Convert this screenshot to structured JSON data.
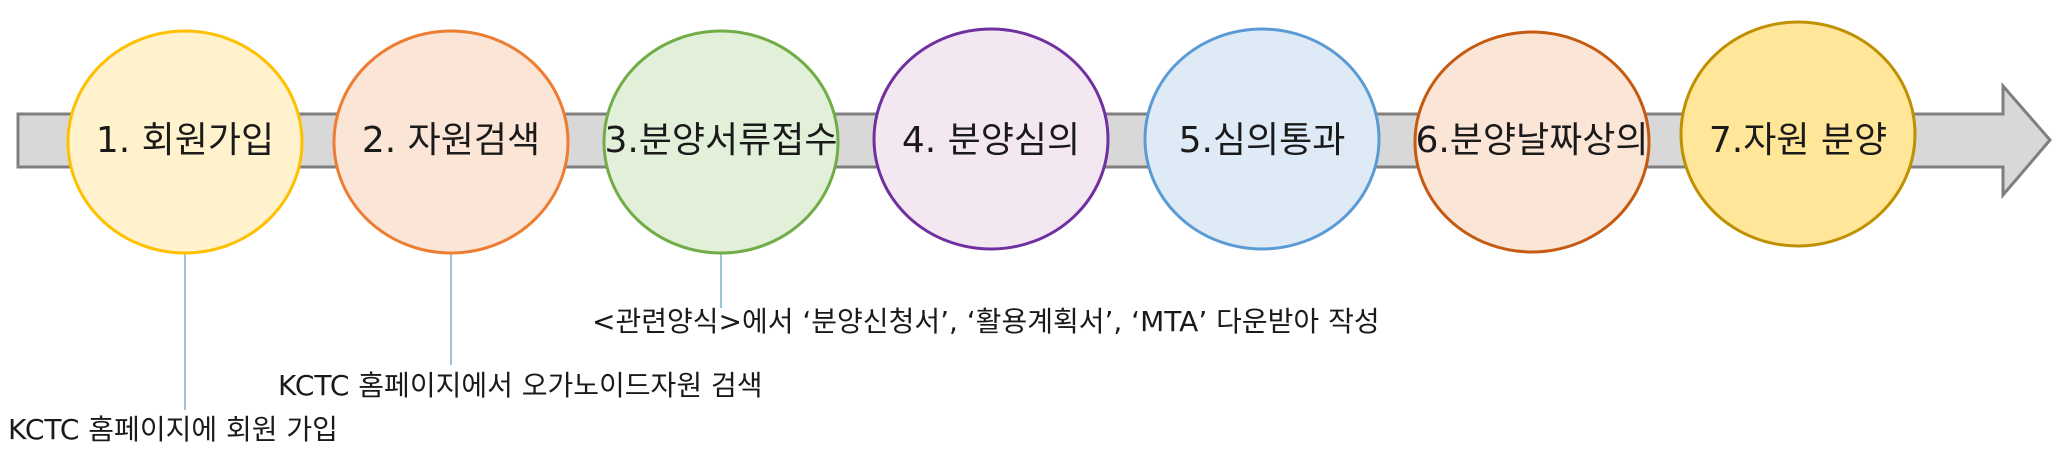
{
  "colors": {
    "arrow_fill": "#d8d8d8",
    "arrow_stroke": "#7f7f7f",
    "connector": "#9dc3d9"
  },
  "steps": [
    {
      "label": "1. 회원가입",
      "fill": "#fff2cc",
      "stroke": "#ffc000"
    },
    {
      "label": "2. 자원검색",
      "fill": "#fbe5d6",
      "stroke": "#ed7d31"
    },
    {
      "label": "3.분양서류접수",
      "fill": "#e2f0d9",
      "stroke": "#70ad47"
    },
    {
      "label": "4. 분양심의",
      "fill": "#f3e8f2",
      "stroke": "#7030a0"
    },
    {
      "label": "5.심의통과",
      "fill": "#deebf7",
      "stroke": "#5b9bd5"
    },
    {
      "label": "6.분양날짜상의",
      "fill": "#fbe5d6",
      "stroke": "#c55a11"
    },
    {
      "label": "7.자원 분양",
      "fill": "#ffe699",
      "stroke": "#bf9000"
    }
  ],
  "notes": [
    {
      "text": "KCTC 홈페이지에 회원 가입"
    },
    {
      "text": "KCTC 홈페이지에서 오가노이드자원 검색"
    },
    {
      "text": "<관련양식>에서 ‘분양신청서’, ‘활용계획서’, ‘MTA’ 다운받아 작성"
    }
  ]
}
